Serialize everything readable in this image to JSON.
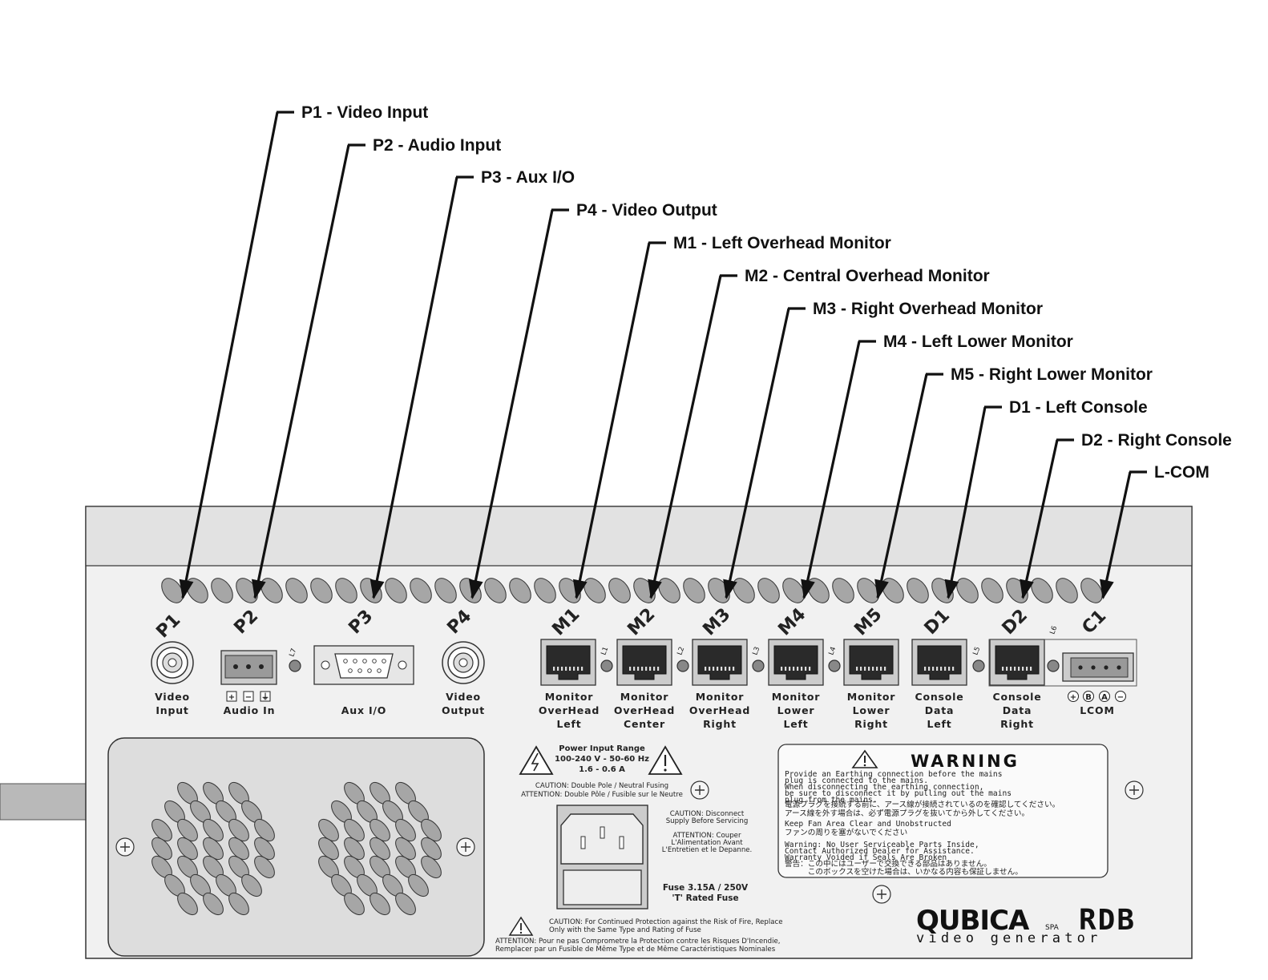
{
  "callouts": [
    {
      "id": "P1",
      "text": "P1 - Video Input"
    },
    {
      "id": "P2",
      "text": "P2 - Audio Input"
    },
    {
      "id": "P3",
      "text": "P3 - Aux I/O"
    },
    {
      "id": "P4",
      "text": "P4 - Video Output"
    },
    {
      "id": "M1",
      "text": "M1 - Left Overhead Monitor"
    },
    {
      "id": "M2",
      "text": "M2 - Central Overhead Monitor"
    },
    {
      "id": "M3",
      "text": "M3 - Right Overhead Monitor"
    },
    {
      "id": "M4",
      "text": "M4 - Left Lower Monitor"
    },
    {
      "id": "M5",
      "text": "M5 - Right Lower Monitor"
    },
    {
      "id": "D1",
      "text": "D1 - Left Console"
    },
    {
      "id": "D2",
      "text": "D2 - Right Console"
    },
    {
      "id": "C1",
      "text": "L-COM"
    }
  ],
  "ports": {
    "labels": [
      "P1",
      "P2",
      "P3",
      "P4",
      "M1",
      "M2",
      "M3",
      "M4",
      "M5",
      "D1",
      "D2",
      "C1"
    ],
    "led_labels": [
      "L7",
      "L1",
      "L2",
      "L3",
      "L4",
      "L5",
      "L6"
    ],
    "captions": {
      "p1": [
        "Video",
        "Input"
      ],
      "p2": "Audio In",
      "p3": "Aux I/O",
      "p4": [
        "Video",
        "Output"
      ],
      "m1": [
        "Monitor",
        "OverHead",
        "Left"
      ],
      "m2": [
        "Monitor",
        "OverHead",
        "Center"
      ],
      "m3": [
        "Monitor",
        "OverHead",
        "Right"
      ],
      "m4": [
        "Monitor",
        "Lower",
        "Left"
      ],
      "m5": [
        "Monitor",
        "Lower",
        "Right"
      ],
      "d1": [
        "Console",
        "Data",
        "Left"
      ],
      "d2": [
        "Console",
        "Data",
        "Right"
      ],
      "c1": "LCOM"
    },
    "audio_symbols": [
      "+",
      "−",
      "⏚"
    ],
    "lcom_symbols": [
      "+",
      "B",
      "A",
      "−"
    ]
  },
  "power": {
    "range_lines": [
      "Power Input Range",
      "100-240 V - 50-60 Hz",
      "1.6 - 0.6 A"
    ],
    "fusing_lines": [
      "CAUTION:  Double Pole / Neutral Fusing",
      "ATTENTION:  Double Pôle / Fusible sur le Neutre"
    ],
    "disconnect_lines": [
      "CAUTION: Disconnect",
      "Supply Before Servicing",
      "",
      "ATTENTION: Couper",
      "L'Alimentation Avant",
      "L'Entretien et le Depanne."
    ],
    "fuse_lines": [
      "Fuse 3.15A / 250V",
      "'T' Rated Fuse"
    ],
    "fire_lines": [
      "CAUTION: For Continued Protection against the Risk of Fire, Replace",
      "Only with the Same Type and Rating of Fuse"
    ],
    "fire_fr_lines": [
      "ATTENTION: Pour ne pas Comprometre la Protection contre les Risques D'Incendie,",
      "Remplacer par un Fusible de Même Type et de Même Caractéristiques Nominales"
    ]
  },
  "warning": {
    "title": "WARNING",
    "lines": [
      "Provide an Earthing connection before the mains",
      "plug is connected to the mains.",
      "When disconnecting the earthing connection,",
      "be sure to disconnect it by pulling out the mains",
      "plug from the mains."
    ],
    "jp1": [
      "電源プラグを接続する前に、アース線が接続されているのを確認してください。",
      "アース線を外す場合は、必ず電源プラグを抜いてから外してください。"
    ],
    "fan_lines": [
      "Keep Fan Area Clear and Unobstructed"
    ],
    "jp2": [
      "ファンの周りを塞がないでください"
    ],
    "service_lines": [
      "Warning: No User Serviceable Parts Inside,",
      "Contact Authorized Dealer for Assistance.",
      "Warranty Voided if Seals Are Broken"
    ],
    "jp3": [
      "警告：この中にはユーザーで交換できる部品はありません。",
      "　　　このボックスを空けた場合は、いかなる内容も保証しません。"
    ]
  },
  "brand": {
    "name": "QUBICA",
    "suffix": "SPA",
    "model": "RDB",
    "subtitle": "video generator"
  },
  "colors": {
    "panel": "#f1f1f1",
    "top_strip": "#e2e2e2",
    "vent": "#a6a6a6",
    "line": "#333333",
    "cable": "#b9b9b9"
  }
}
